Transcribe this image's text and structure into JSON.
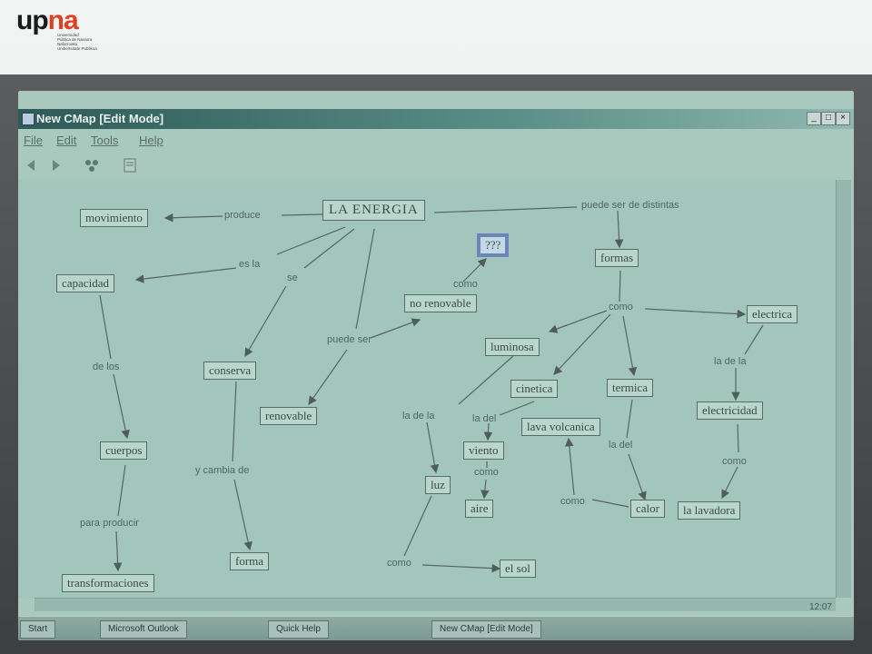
{
  "logo": {
    "brand_up": "up",
    "brand_na": "na",
    "sub_lines": [
      "Universidad",
      "Pública de Navarra",
      "Nafarroako",
      "Unibertsitate Publikoa"
    ]
  },
  "window": {
    "title": "New CMap  [Edit Mode]",
    "controls": [
      "_",
      "□",
      "×"
    ]
  },
  "menu": [
    "File",
    "Edit",
    "Tools",
    "Help"
  ],
  "concepts": {
    "energia": "LA  ENERGIA",
    "movimiento": "movimiento",
    "capacidad": "capacidad",
    "cuerpos": "cuerpos",
    "transformaciones": "transformaciones",
    "conserva": "conserva",
    "forma": "forma",
    "renovable": "renovable",
    "no_renovable": "no  renovable",
    "unknown": "???",
    "formas": "formas",
    "luminosa": "luminosa",
    "cinetica": "cinetica",
    "termica": "termica",
    "electrica": "electrica",
    "lava_volcanica": "lava volcanica",
    "viento": "viento",
    "aire": "aire",
    "luz": "luz",
    "el_sol": "el sol",
    "calor": "calor",
    "electricidad": "electricidad",
    "la_lavadora": "la lavadora"
  },
  "links": {
    "produce": "produce",
    "es_la": "es la",
    "se": "se",
    "puede_ser": "puede ser",
    "como_unknown": "como",
    "puede_ser_distintas": "puede ser de distintas",
    "como_formas": "como",
    "de_los": "de los",
    "y_cambia_de": "y cambia de",
    "para_producir": "para producir",
    "la_de_la_luz": "la de la",
    "la_del_viento": "la del",
    "como_aire": "como",
    "como_sol": "como",
    "como_lava": "como",
    "la_del_calor": "la del",
    "la_de_la_elec": "la de la",
    "como_lavadora": "como"
  },
  "taskbar": {
    "start": "Start",
    "tasks": [
      "Microsoft Outlook",
      "Quick Help",
      "New CMap  [Edit Mode]"
    ],
    "clock": "12:07"
  }
}
